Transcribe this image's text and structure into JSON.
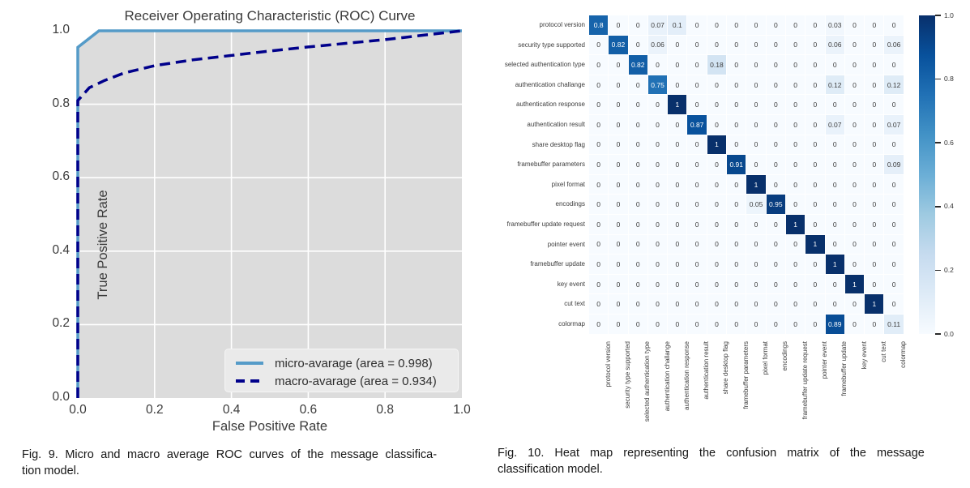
{
  "fig9": {
    "caption_line1": "Fig. 9. Micro and macro average ROC curves of the message classifica-",
    "caption_line2": "tion model."
  },
  "fig10": {
    "caption_line1": "Fig. 10. Heat map representing the confusion matrix of the message",
    "caption_line2": "classification model."
  },
  "chart_data": [
    {
      "type": "line",
      "title": "Receiver Operating Characteristic (ROC) Curve",
      "xlabel": "False Positive Rate",
      "ylabel": "True Positive Rate",
      "xlim": [
        0.0,
        1.0
      ],
      "ylim": [
        0.0,
        1.0
      ],
      "x_ticks": [
        0.0,
        0.2,
        0.4,
        0.6,
        0.8,
        1.0
      ],
      "y_ticks": [
        0.0,
        0.2,
        0.4,
        0.6,
        0.8,
        1.0
      ],
      "grid": true,
      "grid_color": "#ffffff",
      "area_fill": "#dcdcdc",
      "legend_position": "lower right",
      "series": [
        {
          "name": "micro-avarage (area = 0.998)",
          "auc": 0.998,
          "color": "#559bc8",
          "style": "solid",
          "points": [
            [
              0,
              0
            ],
            [
              0,
              0.955
            ],
            [
              0.055,
              1.0
            ],
            [
              1.0,
              1.0
            ]
          ]
        },
        {
          "name": "macro-avarage (area = 0.934)",
          "auc": 0.934,
          "color": "#00008b",
          "style": "dashed",
          "points": [
            [
              0,
              0
            ],
            [
              0,
              0.81
            ],
            [
              0.03,
              0.845
            ],
            [
              0.07,
              0.865
            ],
            [
              0.12,
              0.885
            ],
            [
              0.2,
              0.905
            ],
            [
              0.3,
              0.921
            ],
            [
              0.4,
              0.933
            ],
            [
              0.5,
              0.945
            ],
            [
              0.6,
              0.956
            ],
            [
              0.7,
              0.966
            ],
            [
              0.8,
              0.976
            ],
            [
              0.9,
              0.988
            ],
            [
              1.0,
              1.0
            ]
          ]
        }
      ]
    },
    {
      "type": "heatmap",
      "categories": [
        "protocol version",
        "security type supported",
        "selected authentication type",
        "authentication challange",
        "authentication response",
        "authentication result",
        "share desktop flag",
        "framebuffer parameters",
        "pixel format",
        "encodings",
        "framebuffer update request",
        "pointer event",
        "framebuffer update",
        "key event",
        "cut text",
        "colormap"
      ],
      "matrix": [
        [
          0.8,
          0,
          0,
          0.07,
          0.1,
          0,
          0,
          0,
          0,
          0,
          0,
          0,
          0.03,
          0,
          0,
          0
        ],
        [
          0,
          0.82,
          0,
          0.06,
          0,
          0,
          0,
          0,
          0,
          0,
          0,
          0,
          0.06,
          0,
          0,
          0.06
        ],
        [
          0,
          0,
          0.82,
          0,
          0,
          0,
          0.18,
          0,
          0,
          0,
          0,
          0,
          0,
          0,
          0,
          0
        ],
        [
          0,
          0,
          0,
          0.75,
          0,
          0,
          0,
          0,
          0,
          0,
          0,
          0,
          0.12,
          0,
          0,
          0.12
        ],
        [
          0,
          0,
          0,
          0,
          1,
          0,
          0,
          0,
          0,
          0,
          0,
          0,
          0,
          0,
          0,
          0
        ],
        [
          0,
          0,
          0,
          0,
          0,
          0.87,
          0,
          0,
          0,
          0,
          0,
          0,
          0.07,
          0,
          0,
          0.07
        ],
        [
          0,
          0,
          0,
          0,
          0,
          0,
          1,
          0,
          0,
          0,
          0,
          0,
          0,
          0,
          0,
          0
        ],
        [
          0,
          0,
          0,
          0,
          0,
          0,
          0,
          0.91,
          0,
          0,
          0,
          0,
          0,
          0,
          0,
          0.09
        ],
        [
          0,
          0,
          0,
          0,
          0,
          0,
          0,
          0,
          1,
          0,
          0,
          0,
          0,
          0,
          0,
          0
        ],
        [
          0,
          0,
          0,
          0,
          0,
          0,
          0,
          0,
          0.05,
          0.95,
          0,
          0,
          0,
          0,
          0,
          0
        ],
        [
          0,
          0,
          0,
          0,
          0,
          0,
          0,
          0,
          0,
          0,
          1,
          0,
          0,
          0,
          0,
          0
        ],
        [
          0,
          0,
          0,
          0,
          0,
          0,
          0,
          0,
          0,
          0,
          0,
          1,
          0,
          0,
          0,
          0
        ],
        [
          0,
          0,
          0,
          0,
          0,
          0,
          0,
          0,
          0,
          0,
          0,
          0,
          1,
          0,
          0,
          0
        ],
        [
          0,
          0,
          0,
          0,
          0,
          0,
          0,
          0,
          0,
          0,
          0,
          0,
          0,
          1,
          0,
          0
        ],
        [
          0,
          0,
          0,
          0,
          0,
          0,
          0,
          0,
          0,
          0,
          0,
          0,
          0,
          0,
          1,
          0
        ],
        [
          0,
          0,
          0,
          0,
          0,
          0,
          0,
          0,
          0,
          0,
          0,
          0,
          0.89,
          0,
          0,
          0.11
        ]
      ],
      "vmin": 0.0,
      "vmax": 1.0,
      "colormap": "Blues",
      "colormap_stops": [
        "#f7fbff",
        "#deebf7",
        "#c6dbef",
        "#9ecae1",
        "#6baed6",
        "#4292c6",
        "#2171b5",
        "#08519c",
        "#08306b"
      ],
      "colorbar_ticks": [
        1.0,
        0.8,
        0.6,
        0.4,
        0.2,
        0.0
      ],
      "value_text_light": "#ffffff",
      "value_text_dark": "#3d3d3d"
    }
  ]
}
